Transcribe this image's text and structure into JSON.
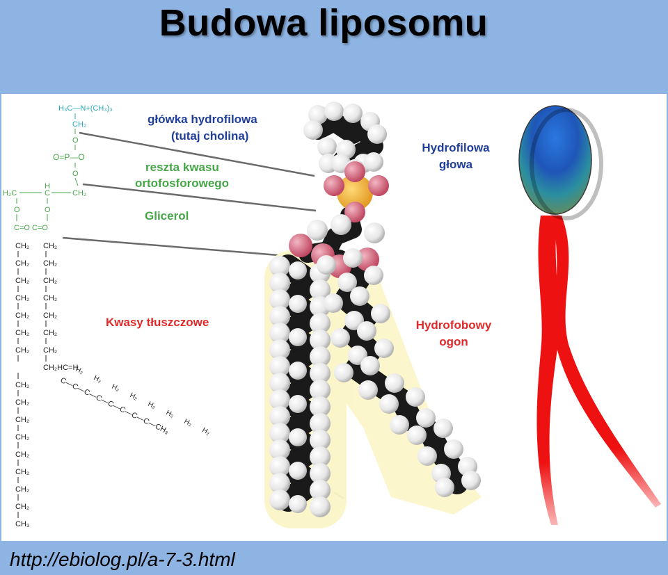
{
  "title": "Budowa liposomu",
  "source_url": "http://ebiolog.pl/a-7-3.html",
  "labels": {
    "head_line1": "główka hydrofilowa",
    "head_line2": "(tutaj cholina)",
    "phosphate_line1": "reszta kwasu",
    "phosphate_line2": "ortofosforowego",
    "glycerol": "Glicerol",
    "fatty_acids": "Kwasy tłuszczowe",
    "hydrophilic_line1": "Hydrofilowa",
    "hydrophilic_line2": "głowa",
    "hydrophobic_line1": "Hydrofobowy",
    "hydrophobic_line2": "ogon"
  },
  "formula": {
    "choline": "H₃C—N+(CH₃)₃",
    "ch2_top": "CH₂",
    "o1": "O",
    "phosphate": "O=P—O",
    "o2": "O",
    "glycerol_left": "H₂C",
    "glycerol_mid": "H",
    "glycerol_c": "C",
    "glycerol_right": "CH₂",
    "o_left": "O",
    "o_mid": "O",
    "ester": "C=O  C=O",
    "ch2": "CH₂",
    "ch3": "CH₃",
    "branch": "CH₂HC=H",
    "branch_chain": "C—C—C—C—C—C—C—C—CH₃",
    "h2": "H₂"
  },
  "colors": {
    "title_bg": "#8eb4e3",
    "navy_label": "#1f3f9a",
    "green_label": "#46a648",
    "red_label": "#e02a2a",
    "chain_black": "#1a1a1a",
    "atom_white": "#f2f2f2",
    "oxygen_pink": "#d9647c",
    "phosphorus_yellow": "#f2b233",
    "tail_glow": "#fbf5c8",
    "cartoon_tail": "#ee1111"
  }
}
